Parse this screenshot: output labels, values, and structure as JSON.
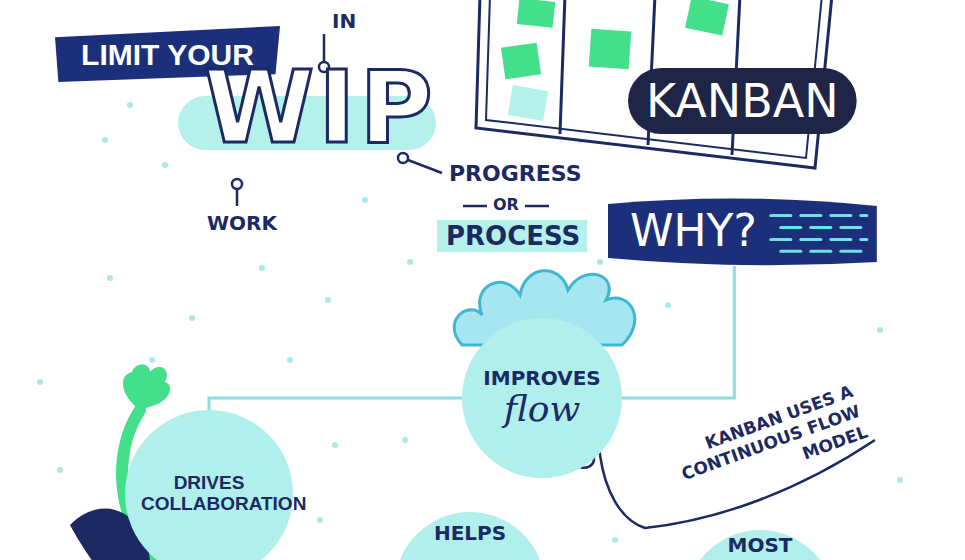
{
  "diagram": {
    "nodes": [
      {
        "text": [
          "LIMIT YOUR"
        ]
      },
      {
        "text": [
          "KANBAN"
        ]
      },
      {
        "text": [
          "WHY?"
        ]
      },
      {
        "text": [
          "IMPROVES",
          "flow"
        ]
      },
      {
        "text": [
          "DRIVES COLLABORATION"
        ]
      },
      {
        "text": [
          "HELPS"
        ]
      },
      {
        "text": [
          "MOST"
        ]
      }
    ],
    "edges": [
      {
        "from": 2,
        "to": 3,
        "arrow": "none"
      },
      {
        "from": 3,
        "to": 4,
        "arrow": "none"
      }
    ],
    "labels": [
      "IN",
      "WIP",
      "WORK",
      "PROGRESS",
      "OR",
      "PROCESS",
      "KANBAN USES A CONTINUOUS FLOW MODEL"
    ]
  }
}
